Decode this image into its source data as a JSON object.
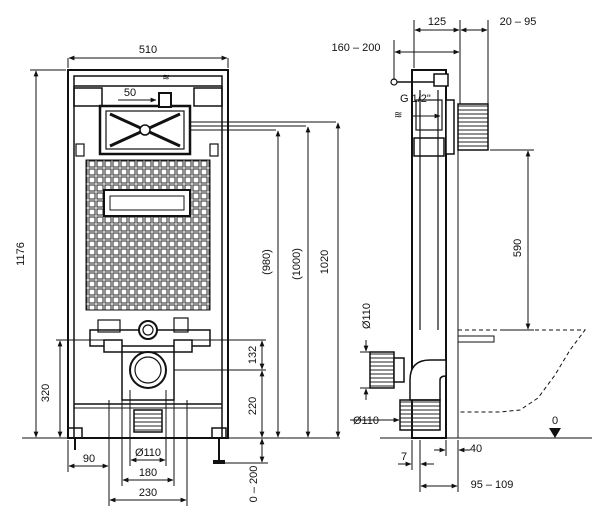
{
  "front_view": {
    "width_total": "510",
    "height_total": "1176",
    "offset_50": "50",
    "h_980": "(980)",
    "h_1000": "(1000)",
    "h_1020": "1020",
    "h_320": "320",
    "h_132": "132",
    "h_220": "220",
    "adj_0_200": "0 – 200",
    "w_90": "90",
    "pipe_110": "Ø110",
    "w_180": "180",
    "w_230": "230"
  },
  "side_view": {
    "d_125": "125",
    "d_20_95": "20 – 95",
    "d_160_200": "160 – 200",
    "thread": "G 1/2\"",
    "h_590": "590",
    "pipe_110_upper": "Ø110",
    "pipe_110_lower": "Ø110",
    "d_7": "7",
    "d_40": "40",
    "d_95_109": "95 – 109",
    "floor_zero": "0"
  }
}
